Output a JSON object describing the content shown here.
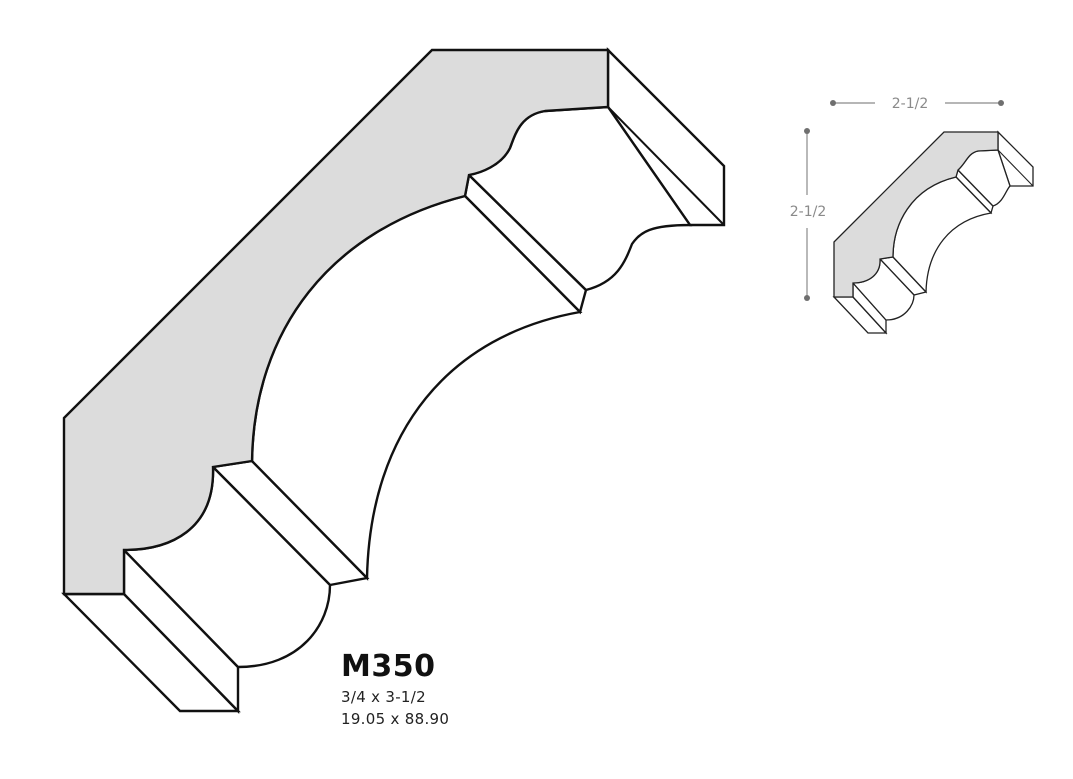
{
  "colors": {
    "profile_fill": "#dcdcdc",
    "surface_fill": "#ffffff",
    "outline": "#111111",
    "dimension": "#8a8a8a"
  },
  "thumbnail": {
    "width_label": "2-1/2",
    "height_label": "2-1/2"
  },
  "product": {
    "code": "M350",
    "size_imperial": "3/4 x 3-1/2",
    "size_metric": "19.05 x 88.90"
  }
}
